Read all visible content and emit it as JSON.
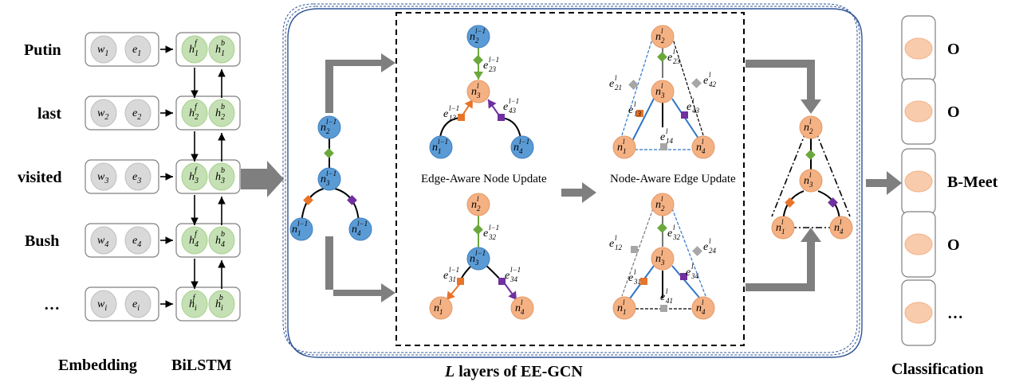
{
  "words": [
    "Putin",
    "last",
    "visited",
    "Bush",
    "…"
  ],
  "embedding": [
    {
      "w": "w",
      "w_sub": "1",
      "e": "e",
      "e_sub": "1"
    },
    {
      "w": "w",
      "w_sub": "2",
      "e": "e",
      "e_sub": "2"
    },
    {
      "w": "w",
      "w_sub": "3",
      "e": "e",
      "e_sub": "3"
    },
    {
      "w": "w",
      "w_sub": "4",
      "e": "e",
      "e_sub": "4"
    },
    {
      "w": "w",
      "w_sub": "i",
      "e": "e",
      "e_sub": "i"
    }
  ],
  "bilstm": [
    {
      "f": "h",
      "f_sup": "f",
      "b": "h",
      "b_sup": "b",
      "sub": "1"
    },
    {
      "f": "h",
      "f_sup": "f",
      "b": "h",
      "b_sup": "b",
      "sub": "2"
    },
    {
      "f": "h",
      "f_sup": "f",
      "b": "h",
      "b_sup": "b",
      "sub": "3"
    },
    {
      "f": "h",
      "f_sup": "f",
      "b": "h",
      "b_sup": "b",
      "sub": "4"
    },
    {
      "f": "h",
      "f_sup": "f",
      "b": "h",
      "b_sup": "b",
      "sub": "i"
    }
  ],
  "labels": {
    "embedding": "Embedding",
    "bilstm": "BiLSTM",
    "gcn_layers_var": "L",
    "gcn_layers_rest": " layers of EE-GCN",
    "node_update": "Edge-Aware Node Update",
    "edge_update": "Node-Aware Edge Update",
    "classification": "Classification"
  },
  "classification": [
    "O",
    "O",
    "B-Meet",
    "O",
    "…"
  ],
  "colors": {
    "embedding_cell": "#d9d9d9",
    "bilstm_cell": "#c5e0b4",
    "node_input": "#5b9bd5",
    "node_output": "#f4b183",
    "arrow_gray": "#7f7f7f"
  }
}
